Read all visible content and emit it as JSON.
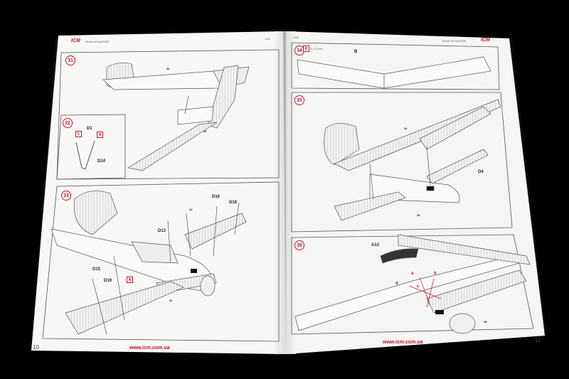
{
  "left_page": {
    "logo": "ICM",
    "kit_label": "Model kit No32035",
    "scale": "1/32",
    "page_number": "10",
    "url": "www.icm.com.ua",
    "steps": [
      "31",
      "32",
      "33"
    ],
    "step31": {
      "callouts": [
        "34",
        "30"
      ]
    },
    "step32": {
      "callouts": [
        "D1",
        "D14"
      ],
      "marks": [
        "F",
        "N"
      ]
    },
    "step33": {
      "callouts": [
        "D16",
        "D18",
        "D13",
        "D15",
        "D19",
        "32",
        "31"
      ],
      "marks": [
        "N"
      ]
    }
  },
  "right_page": {
    "logo": "ICM",
    "kit_label": "Model kit No32035",
    "scale": "1/32",
    "page_number": "11",
    "url": "www.icm.com.ua",
    "steps": [
      "34",
      "35",
      "36"
    ],
    "step34": {
      "callouts": [
        "B"
      ],
      "drill": "Ø 0.3 mm",
      "marks": [
        "R"
      ]
    },
    "step35": {
      "callouts": [
        "34",
        "D4",
        "33"
      ]
    },
    "step36": {
      "callouts": [
        "A13",
        "a",
        "b",
        "c",
        "d",
        "35"
      ]
    }
  },
  "colors": {
    "accent": "#c8102e",
    "background": "#000000",
    "paper": "#f7f7f5"
  }
}
